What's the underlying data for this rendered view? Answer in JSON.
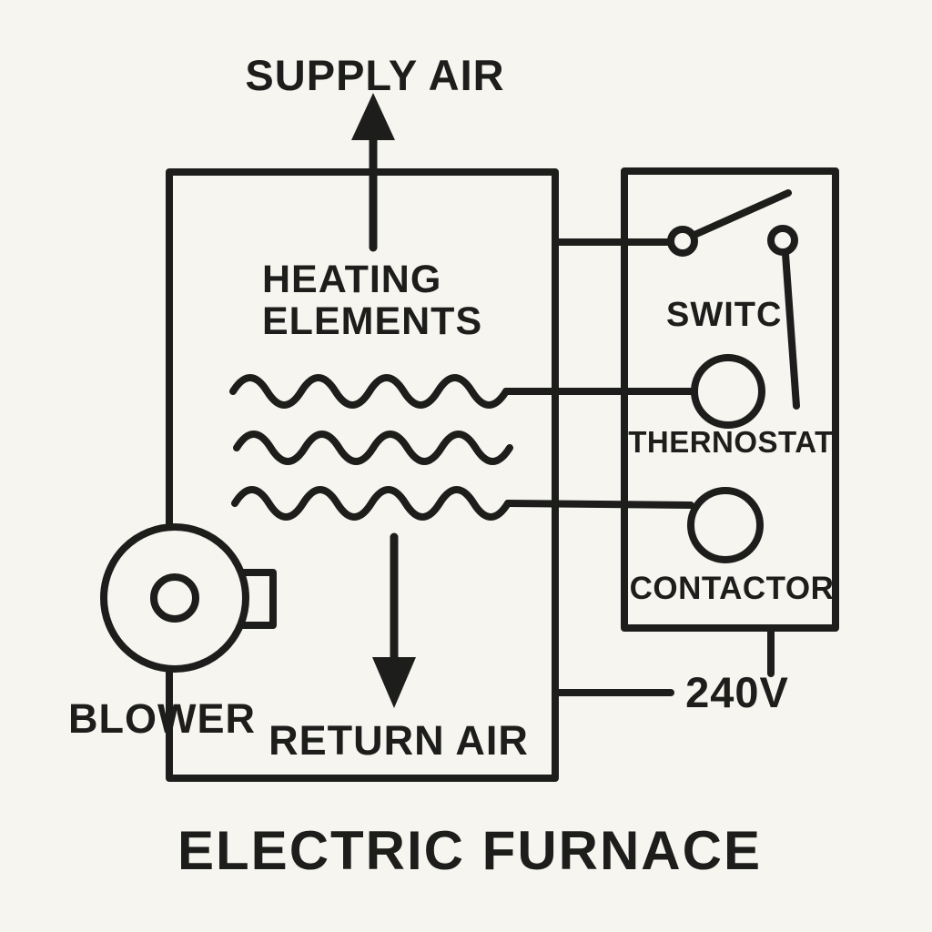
{
  "colors": {
    "background": "#f7f5f0",
    "ink": "#1d1d1b"
  },
  "title": "ELECTRIC FURNACE",
  "furnace": {
    "supply_air_label": "SUPPLY AIR",
    "heating_elements_label": "HEATING\nELEMENTS",
    "return_air_label": "RETURN AIR",
    "blower_label": "BLOWER"
  },
  "controls": {
    "switch_label": "SWITC",
    "thermostat_label": "THERNOSTAT",
    "contactor_label": "CONTACTOR",
    "voltage_label": "240V"
  }
}
